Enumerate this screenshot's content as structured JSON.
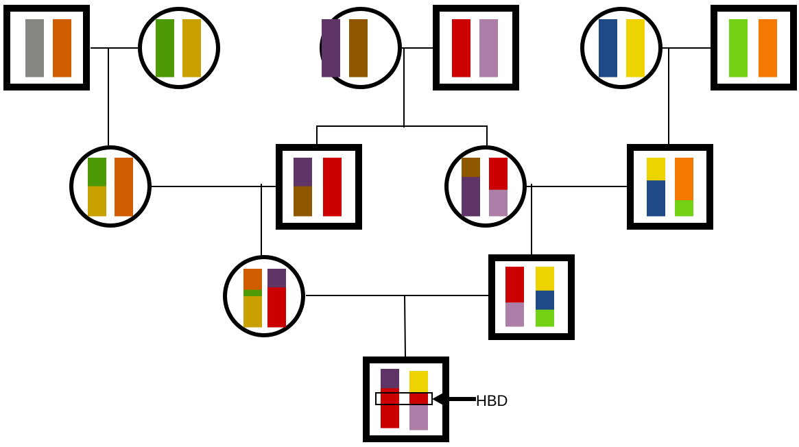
{
  "colors": {
    "gray": "#878784",
    "orange": "#d05e00",
    "green": "#4e9a06",
    "mustard": "#c8a000",
    "purple": "#5e3566",
    "brown": "#8f5800",
    "red": "#cc0000",
    "mauve": "#ad7fa8",
    "blue": "#204a87",
    "yellow": "#edd400",
    "lime": "#73d216",
    "bright_orange": "#f57900"
  },
  "individuals": [
    {
      "id": "g1-m1",
      "sex": "male",
      "chromosomes": [
        [
          [
            "gray",
            1
          ]
        ],
        [
          [
            "orange",
            1
          ]
        ]
      ]
    },
    {
      "id": "g1-f1",
      "sex": "female",
      "chromosomes": [
        [
          [
            "green",
            1
          ]
        ],
        [
          [
            "mustard",
            1
          ]
        ]
      ]
    },
    {
      "id": "g1-f2",
      "sex": "female",
      "chromosomes": [
        [
          [
            "purple",
            1
          ]
        ],
        [
          [
            "brown",
            1
          ]
        ]
      ]
    },
    {
      "id": "g1-m2",
      "sex": "male",
      "chromosomes": [
        [
          [
            "red",
            1
          ]
        ],
        [
          [
            "mauve",
            1
          ]
        ]
      ]
    },
    {
      "id": "g1-f3",
      "sex": "female",
      "chromosomes": [
        [
          [
            "blue",
            1
          ]
        ],
        [
          [
            "yellow",
            1
          ]
        ]
      ]
    },
    {
      "id": "g1-m3",
      "sex": "male",
      "chromosomes": [
        [
          [
            "lime",
            1
          ]
        ],
        [
          [
            "bright_orange",
            1
          ]
        ]
      ]
    },
    {
      "id": "g2-f4",
      "sex": "female",
      "chromosomes": [
        [
          [
            "green",
            0.49
          ],
          [
            "mustard",
            0.51
          ]
        ],
        [
          [
            "orange",
            1
          ]
        ]
      ]
    },
    {
      "id": "g2-m4",
      "sex": "male",
      "chromosomes": [
        [
          [
            "purple",
            0.49
          ],
          [
            "brown",
            0.51
          ]
        ],
        [
          [
            "red",
            1
          ]
        ]
      ]
    },
    {
      "id": "g2-f5",
      "sex": "female",
      "chromosomes": [
        [
          [
            "brown",
            0.33
          ],
          [
            "purple",
            0.67
          ]
        ],
        [
          [
            "red",
            0.55
          ],
          [
            "mauve",
            0.45
          ]
        ]
      ]
    },
    {
      "id": "g2-m5",
      "sex": "male",
      "chromosomes": [
        [
          [
            "yellow",
            0.39
          ],
          [
            "blue",
            0.61
          ]
        ],
        [
          [
            "bright_orange",
            0.73
          ],
          [
            "lime",
            0.27
          ]
        ]
      ]
    },
    {
      "id": "g3-f6",
      "sex": "female",
      "chromosomes": [
        [
          [
            "orange",
            0.36
          ],
          [
            "green",
            0.11
          ],
          [
            "mustard",
            0.53
          ]
        ],
        [
          [
            "purple",
            0.32
          ],
          [
            "red",
            0.68
          ]
        ]
      ]
    },
    {
      "id": "g3-m6",
      "sex": "male",
      "chromosomes": [
        [
          [
            "red",
            0.6
          ],
          [
            "mauve",
            0.4
          ]
        ],
        [
          [
            "yellow",
            0.4
          ],
          [
            "blue",
            0.32
          ],
          [
            "lime",
            0.28
          ]
        ]
      ]
    },
    {
      "id": "g4-m7",
      "sex": "male",
      "chromosomes": [
        [
          [
            "purple",
            0.33
          ],
          [
            "red",
            0.67
          ]
        ],
        [
          [
            "yellow",
            0.38
          ],
          [
            "red",
            0.2
          ],
          [
            "mauve",
            0.42
          ]
        ]
      ]
    }
  ],
  "annotation": {
    "label": "HBD"
  }
}
